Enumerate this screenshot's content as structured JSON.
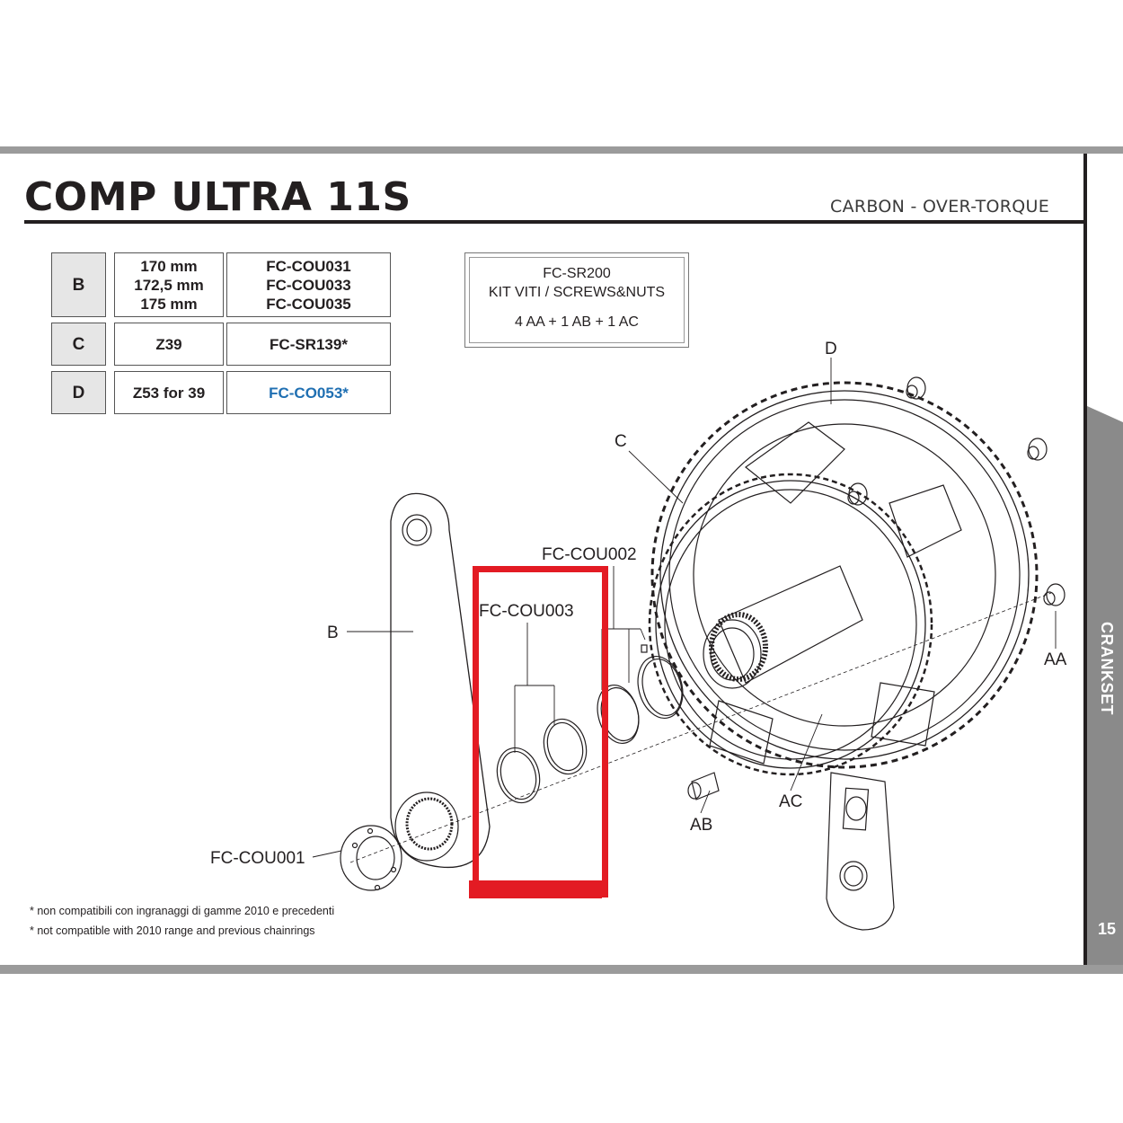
{
  "header": {
    "title": "COMP ULTRA 11S",
    "subtitle": "CARBON - OVER-TORQUE"
  },
  "side_tab": {
    "label": "CRANKSET",
    "page_number": "15",
    "color": "#8a8a8a"
  },
  "parts_table": {
    "rows": [
      {
        "key": "B",
        "spec_lines": [
          "170 mm",
          "172,5 mm",
          "175 mm"
        ],
        "code_lines": [
          "FC-COU031",
          "FC-COU033",
          "FC-COU035"
        ],
        "code_color": "#231f20"
      },
      {
        "key": "C",
        "spec_lines": [
          "Z39"
        ],
        "code_lines": [
          "FC-SR139*"
        ],
        "code_color": "#231f20"
      },
      {
        "key": "D",
        "spec_lines": [
          "Z53 for 39"
        ],
        "code_lines": [
          "FC-CO053*"
        ],
        "code_color": "#1f6fb2"
      }
    ]
  },
  "kit_box": {
    "code": "FC-SR200",
    "description": "KIT VITI / SCREWS&NUTS",
    "quantity": "4 AA + 1 AB + 1 AC"
  },
  "callouts": {
    "D": "D",
    "C": "C",
    "B": "B",
    "AA": "AA",
    "AB": "AB",
    "AC": "AC",
    "fc_cou001": "FC-COU001",
    "fc_cou002": "FC-COU002",
    "fc_cou003": "FC-COU003"
  },
  "highlight": {
    "color": "#e31b23",
    "target": "FC-COU003"
  },
  "footnotes": [
    "* non compatibili con ingranaggi di gamme 2010 e precedenti",
    "* not compatible with 2010 range and previous chainrings"
  ]
}
